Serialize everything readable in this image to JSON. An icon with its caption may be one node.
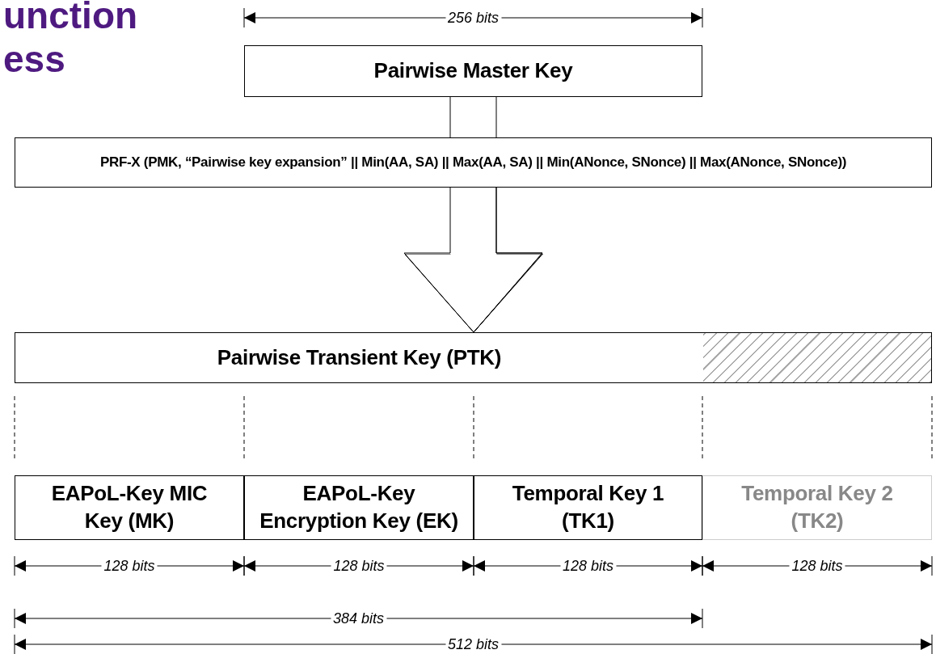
{
  "diagram": {
    "title": "unction ess",
    "nodes": [
      {
        "text": [
          "Pairwise Master Key"
        ]
      },
      {
        "text": [
          "PRF-X (PMK, “Pairwise key expansion” || Min(AA, SA) || Max(AA, SA) || Min(ANonce, SNonce) || Max(ANonce, SNonce))"
        ]
      },
      {
        "text": [
          "Pairwise Transient Key (PTK)"
        ]
      },
      {
        "text": [
          "EAPoL-Key MIC Key (MK)"
        ]
      },
      {
        "text": [
          "EAPoL-Key Encryption Key (EK)"
        ]
      },
      {
        "text": [
          "Temporal Key 1 (TK1)"
        ]
      },
      {
        "text": [
          "Temporal Key 2 (TK2)"
        ]
      }
    ],
    "edges": [
      {
        "from": 0,
        "to": 1,
        "arrow": "none"
      },
      {
        "from": 1,
        "to": 2,
        "arrow": "to"
      }
    ],
    "labels": [
      "256 bits",
      "128 bits",
      "128 bits",
      "128 bits",
      "128 bits",
      "384 bits",
      "512 bits"
    ]
  }
}
